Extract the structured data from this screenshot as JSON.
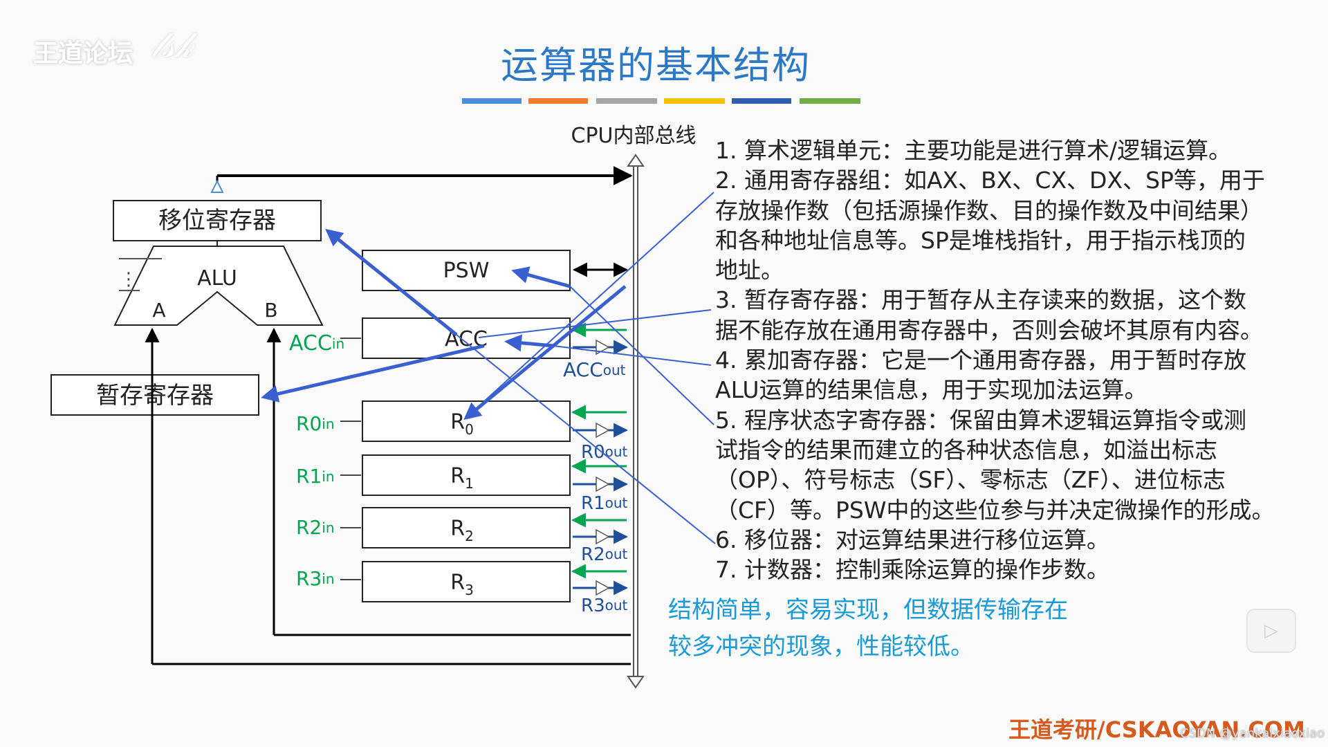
{
  "watermark": {
    "text": "王道论坛"
  },
  "title": "运算器的基本结构",
  "accent_bar_colors": [
    "#4a8fd6",
    "#ed7d31",
    "#a5a5a5",
    "#ffc000",
    "#2e5fae",
    "#70ad47"
  ],
  "diagram": {
    "bus_label": "CPU内部总线",
    "shifter": "移位寄存器",
    "alu": "ALU",
    "alu_input_a": "A",
    "alu_input_b": "B",
    "alu_dots": "⋮",
    "temp_reg": "暂存寄存器",
    "psw": "PSW",
    "acc": "ACC",
    "acc_in_main": "ACC",
    "acc_in_sub": "in",
    "acc_out_main": "ACC",
    "acc_out_sub": "out",
    "registers": [
      {
        "main": "R",
        "sub": "0",
        "in_main": "R0",
        "in_sub": "in",
        "out_main": "R0",
        "out_sub": "out"
      },
      {
        "main": "R",
        "sub": "1",
        "in_main": "R1",
        "in_sub": "in",
        "out_main": "R1",
        "out_sub": "out"
      },
      {
        "main": "R",
        "sub": "2",
        "in_main": "R2",
        "in_sub": "in",
        "out_main": "R2",
        "out_sub": "out"
      },
      {
        "main": "R",
        "sub": "3",
        "in_main": "R3",
        "in_sub": "in",
        "out_main": "R3",
        "out_sub": "out"
      }
    ]
  },
  "descriptions": [
    "1. 算术逻辑单元：主要功能是进行算术/逻辑运算。",
    "2. 通用寄存器组：如AX、BX、CX、DX、SP等，用于",
    "存放操作数（包括源操作数、目的操作数及中间结果）",
    "和各种地址信息等。SP是堆栈指针，用于指示栈顶的",
    "地址。",
    "3. 暂存寄存器：用于暂存从主存读来的数据，这个数",
    "据不能存放在通用寄存器中，否则会破坏其原有内容。",
    "4. 累加寄存器：它是一个通用寄存器，用于暂时存放",
    "ALU运算的结果信息，用于实现加法运算。",
    "5. 程序状态字寄存器：保留由算术逻辑运算指令或测",
    "试指令的结果而建立的各种状态信息，如溢出标志",
    "（OP）、符号标志（SF）、零标志（ZF）、进位标志",
    "（CF）等。PSW中的这些位参与并决定微操作的形成。",
    "6. 移位器：对运算结果进行移位运算。",
    "7. 计数器：控制乘除运算的操作步数。"
  ],
  "summary": [
    "结构简单，容易实现，但数据传输存在",
    "较多冲突的现象，性能较低。"
  ],
  "brand": "王道考研/CSKAOYAN.COM",
  "csdn_watermark": "CSDN @yankaixiaoxiao",
  "colors": {
    "title": "#2b78c6",
    "green_signal": "#00a550",
    "blue_signal": "#1f4e9a",
    "annotation_arrow": "#3a5fd0",
    "summary_text": "#1a9ad6",
    "brand": "#d65a1e"
  }
}
